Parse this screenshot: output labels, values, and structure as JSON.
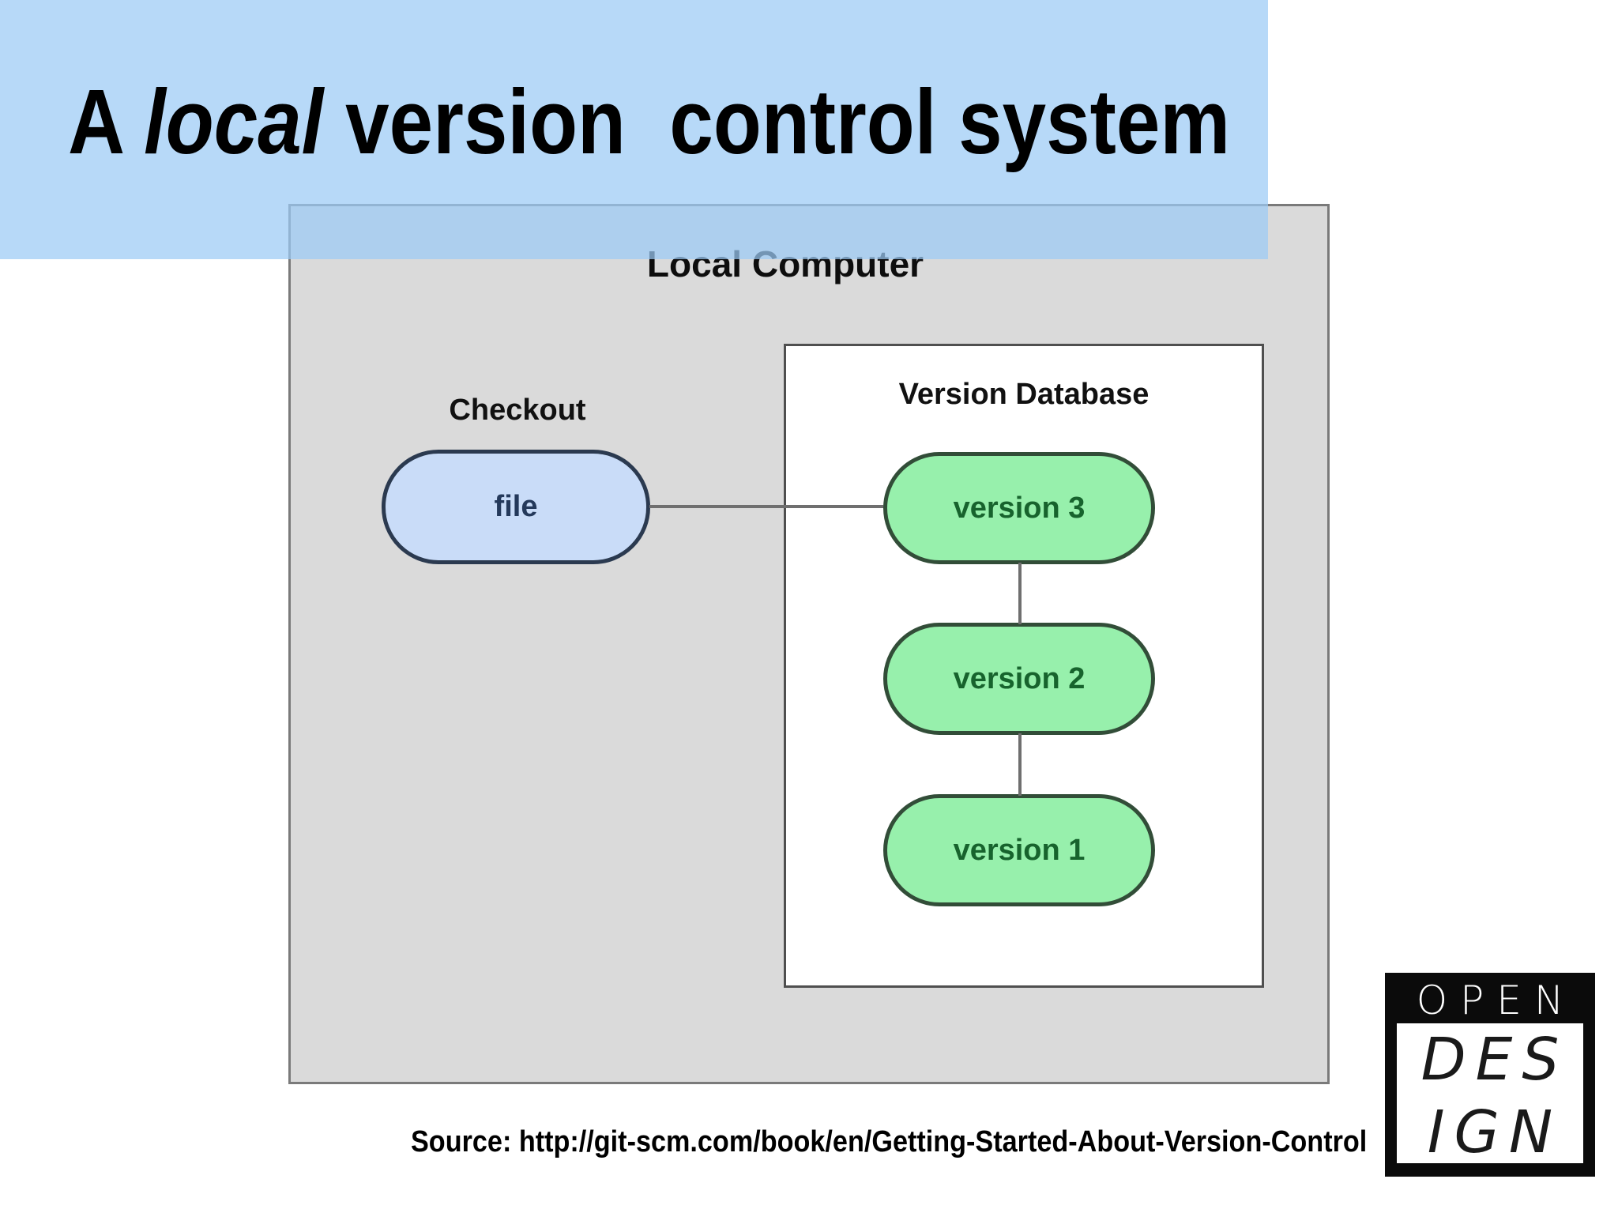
{
  "title": {
    "prefix": "A ",
    "emphasis": "local",
    "suffix": " version  control system"
  },
  "diagram": {
    "computer_label": "Local Computer",
    "checkout_label": "Checkout",
    "file_label": "file",
    "version_db_label": "Version Database",
    "versions": [
      "version 3",
      "version 2",
      "version 1"
    ]
  },
  "footer": {
    "source": "Source: http://git-scm.com/book/en/Getting-Started-About-Version-Control"
  },
  "logo": {
    "top": "OPEN",
    "mid": "DES",
    "bottom": "IGN"
  },
  "colors": {
    "banner_blue": "#9BCAF5",
    "box_gray": "#DADADA",
    "green_node_fill": "#97F0AC",
    "green_node_border": "#324D38",
    "green_node_text": "#17632D",
    "blue_node_fill": "#C9DCF8",
    "blue_node_border": "#2B3A50",
    "blue_node_text": "#24395B",
    "connector_gray": "#6F6F6F",
    "logo_black": "#0B0B0B"
  }
}
